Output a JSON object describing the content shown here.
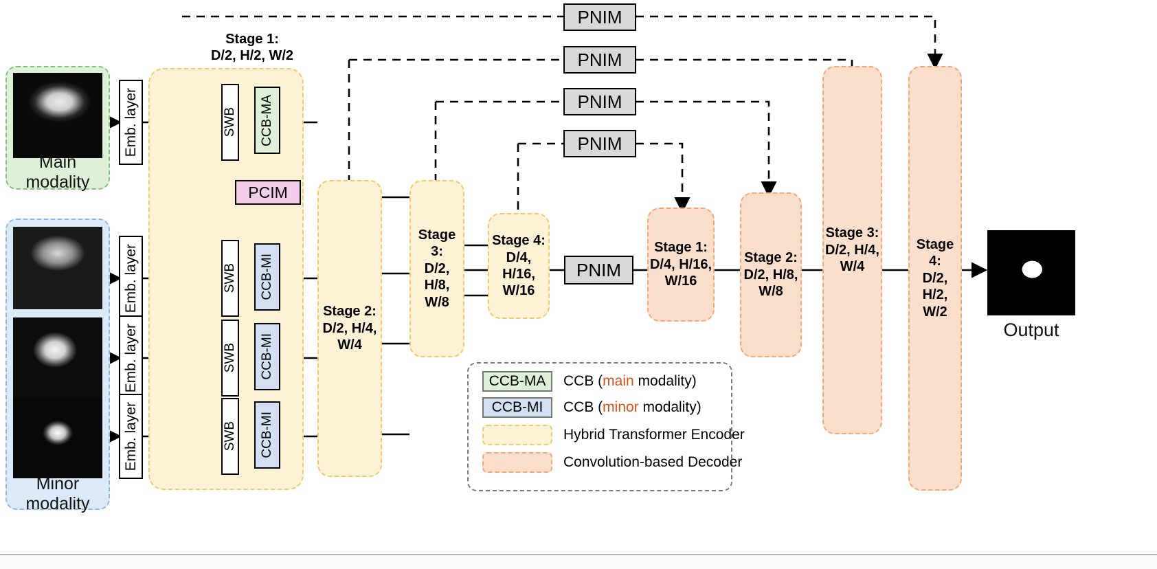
{
  "diagram": {
    "title": "Multi-modality hybrid transformer segmentation network",
    "colors": {
      "encoder_fill": "#fdf1d6",
      "encoder_border": "#f0c96a",
      "decoder_fill": "#fbdfcd",
      "decoder_border": "#f3a778",
      "ccb_main_fill": "#dff0d8",
      "ccb_minor_fill": "#d2e0f2",
      "pcim_fill": "#f3cdea",
      "pnim_fill": "#d9d9d9",
      "accent_text": "#d2521a",
      "main_panel_fill": "#dff0d8",
      "minor_panel_fill": "#dce9f7"
    }
  },
  "inputs": {
    "main": {
      "label": "Main modality",
      "emb_label": "Emb. layer"
    },
    "minor": {
      "label": "Minor modality",
      "rows": [
        {
          "emb_label": "Emb. layer"
        },
        {
          "emb_label": "Emb. layer"
        },
        {
          "emb_label": "Emb. layer"
        }
      ]
    }
  },
  "encoder": {
    "stage1_caption": "Stage 1:\nD/2, H/2, W/2",
    "stage1_caption_line1": "Stage 1:",
    "stage1_caption_line2": "D/2, H/2, W/2",
    "branches": [
      {
        "swb": "SWB",
        "ccb": "CCB-MA",
        "type": "main"
      },
      {
        "swb": "SWB",
        "ccb": "CCB-MI",
        "type": "minor"
      },
      {
        "swb": "SWB",
        "ccb": "CCB-MI",
        "type": "minor"
      },
      {
        "swb": "SWB",
        "ccb": "CCB-MI",
        "type": "minor"
      }
    ],
    "pcim": "PCIM",
    "stages": [
      {
        "line1": "Stage 2:",
        "line2": "D/2, H/4,",
        "line3": "W/4"
      },
      {
        "line1": "Stage 3:",
        "line2": "D/2, H/8,",
        "line3": "W/8"
      },
      {
        "line1": "Stage 4:",
        "line2": "D/4, H/16,",
        "line3": "W/16"
      }
    ]
  },
  "bottleneck": {
    "pnim": "PNIM"
  },
  "skip_connections": [
    {
      "label": "PNIM"
    },
    {
      "label": "PNIM"
    },
    {
      "label": "PNIM"
    },
    {
      "label": "PNIM"
    }
  ],
  "decoder": {
    "stages": [
      {
        "line1": "Stage 1:",
        "line2": "D/4, H/16,",
        "line3": "W/16"
      },
      {
        "line1": "Stage 2:",
        "line2": "D/2, H/8,",
        "line3": "W/8"
      },
      {
        "line1": "Stage 3:",
        "line2": "D/2, H/4,",
        "line3": "W/4"
      },
      {
        "line1": "Stage 4:",
        "line2": "D/2, H/2,",
        "line3": "W/2"
      }
    ]
  },
  "output": {
    "label": "Output"
  },
  "legend": {
    "items": [
      {
        "swatch_label": "CCB-MA",
        "kind": "ccb-main",
        "text_pre": "CCB (",
        "text_accent": "main",
        "text_post": " modality)"
      },
      {
        "swatch_label": "CCB-MI",
        "kind": "ccb-minor",
        "text_pre": "CCB (",
        "text_accent": "minor",
        "text_post": " modality)"
      },
      {
        "swatch_label": "",
        "kind": "encoder",
        "text_pre": "Hybrid Transformer Encoder",
        "text_accent": "",
        "text_post": ""
      },
      {
        "swatch_label": "",
        "kind": "decoder",
        "text_pre": "Convolution-based Decoder",
        "text_accent": "",
        "text_post": ""
      }
    ]
  }
}
